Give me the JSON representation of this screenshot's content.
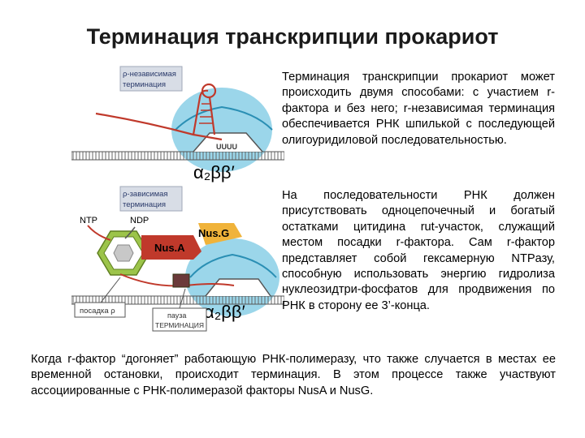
{
  "title": "Терминация транскрипции прокариот",
  "paragraphs": [
    "Терминация транскрипции прокариот может происходить двумя способами: с участием r-фактора и без него; r-независимая терминация обеспечивается РНК шпилькой с последующей олигоуридиловой последовательностью.",
    "На последовательности РНК должен присутствовать одноцепочечный и богатый остатками цитидина rut-участок, служащий местом посадки r-фактора. Сам r-фактор представляет собой гексамерную NTPазу, способную использовать энергию гидролиза нуклеозидтри-фосфатов для продвижения по РНК в сторону ее 3’-конца.",
    "Когда r-фактор “догоняет” работающую РНК-полимеразу, что также случается в местах ее временной остановки, происходит терминация. В этом процессе также участвуют ассоциированные с РНК-полимеразой факторы NusA и NusG."
  ],
  "figure": {
    "top_box_label_line1": "ρ-независимая",
    "top_box_label_line2": "терминация",
    "uuu_label": "UUUU",
    "polymerase_label_top": "α₂ββ′",
    "bottom_box_label_line1": "ρ-зависимая",
    "bottom_box_label_line2": "терминация",
    "ntp_label": "NTP",
    "ndp_label": "NDP",
    "nusg_label": "Nus.G",
    "nusa_label": "Nus.A",
    "polymerase_label_bottom": "α₂ββ′",
    "rho_site_label": "посадка ρ",
    "pause_label_line1": "пауза",
    "pause_label_line2": "ТЕРМИНАЦИЯ",
    "colors": {
      "polymerase": "#9bd6ea",
      "polymerase_dark": "#2a8fb4",
      "dna_outline": "#555555",
      "rho_hexamer": "#9cc44a",
      "nusa": "#c0392b",
      "nusg": "#f0b33a",
      "rna": "#c0392b",
      "label_box": "#d8dde6"
    }
  }
}
